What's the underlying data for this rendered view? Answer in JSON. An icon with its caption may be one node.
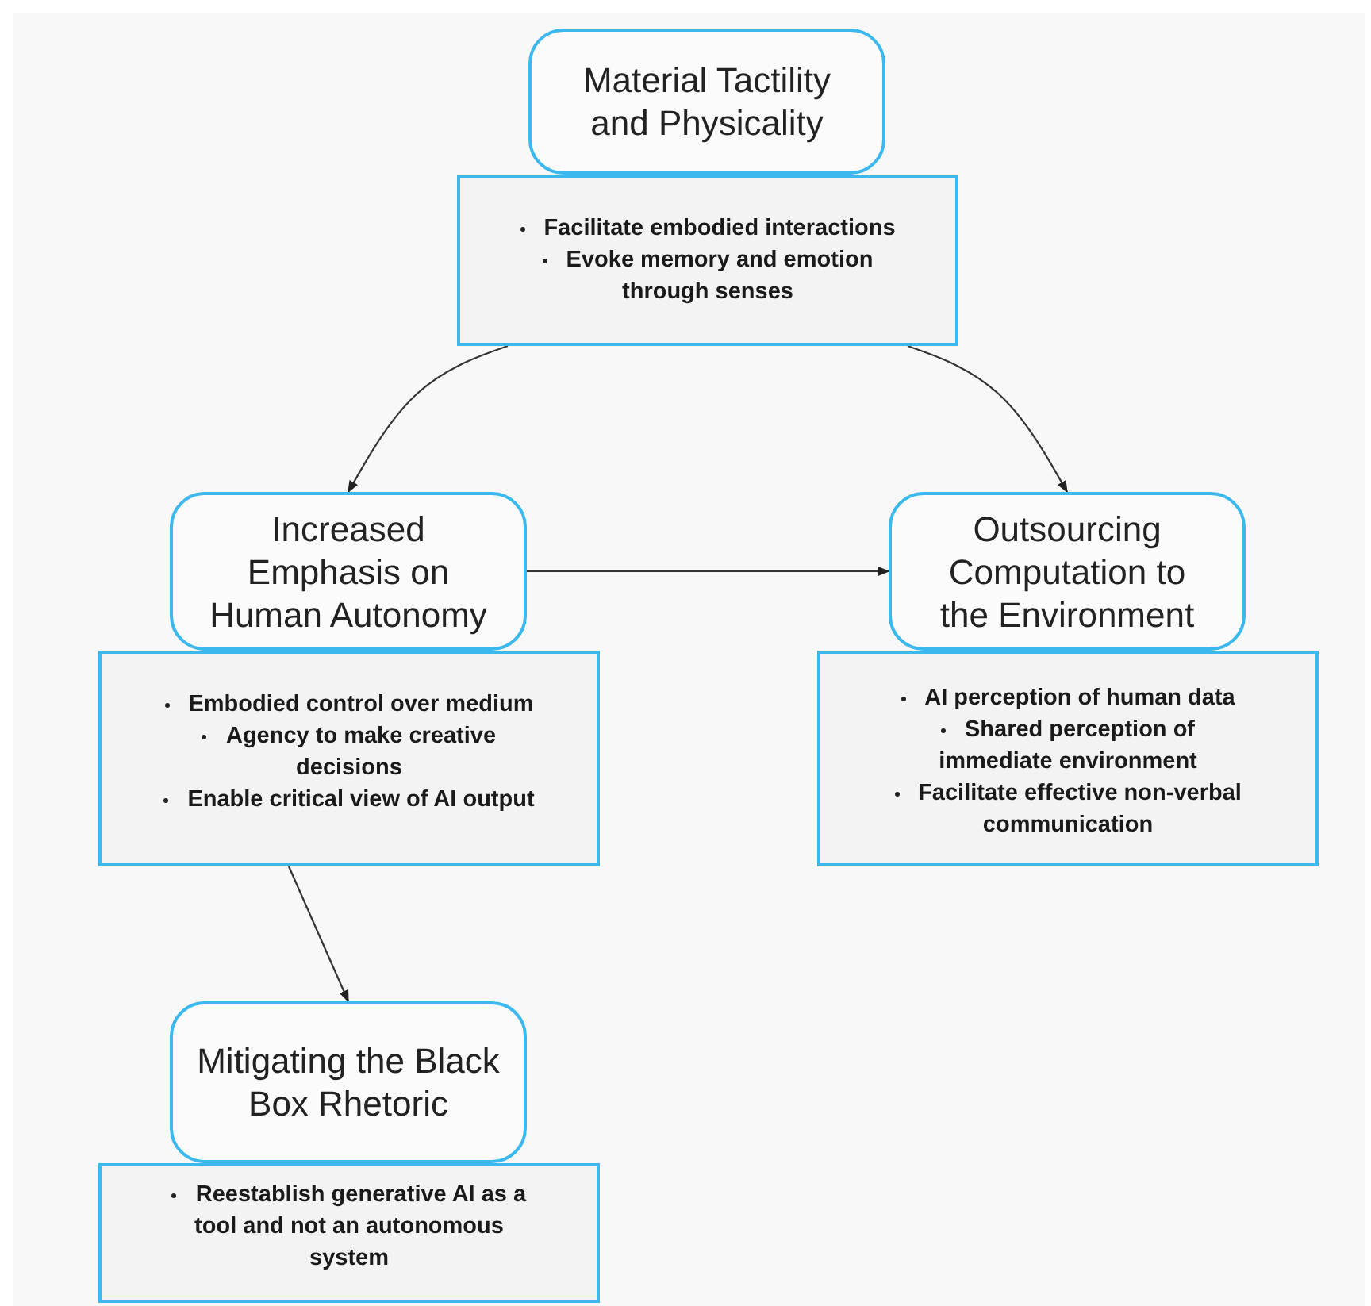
{
  "diagram": {
    "nodes": [
      {
        "text": [
          "Material Tactility and Physicality"
        ]
      },
      {
        "text": [
          "Facilitate embodied interactions",
          "Evoke memory and emotion through senses"
        ]
      },
      {
        "text": [
          "Increased Emphasis on Human Autonomy"
        ]
      },
      {
        "text": [
          "Embodied control over medium",
          "Agency to make creative decisions",
          "Enable critical view of AI output"
        ]
      },
      {
        "text": [
          "Outsourcing Computation to the Environment"
        ]
      },
      {
        "text": [
          "AI perception of human data",
          "Shared perception of immediate environment",
          "Facilitate effective non-verbal communication"
        ]
      },
      {
        "text": [
          "Mitigating the Black Box Rhetoric"
        ]
      },
      {
        "text": [
          "Reestablish generative AI as a tool and not an autonomous system"
        ]
      }
    ],
    "edges": [
      {
        "from": 1,
        "to": 2,
        "arrow": "to"
      },
      {
        "from": 1,
        "to": 4,
        "arrow": "to"
      },
      {
        "from": 2,
        "to": 4,
        "arrow": "to"
      },
      {
        "from": 3,
        "to": 6,
        "arrow": "to"
      }
    ]
  }
}
